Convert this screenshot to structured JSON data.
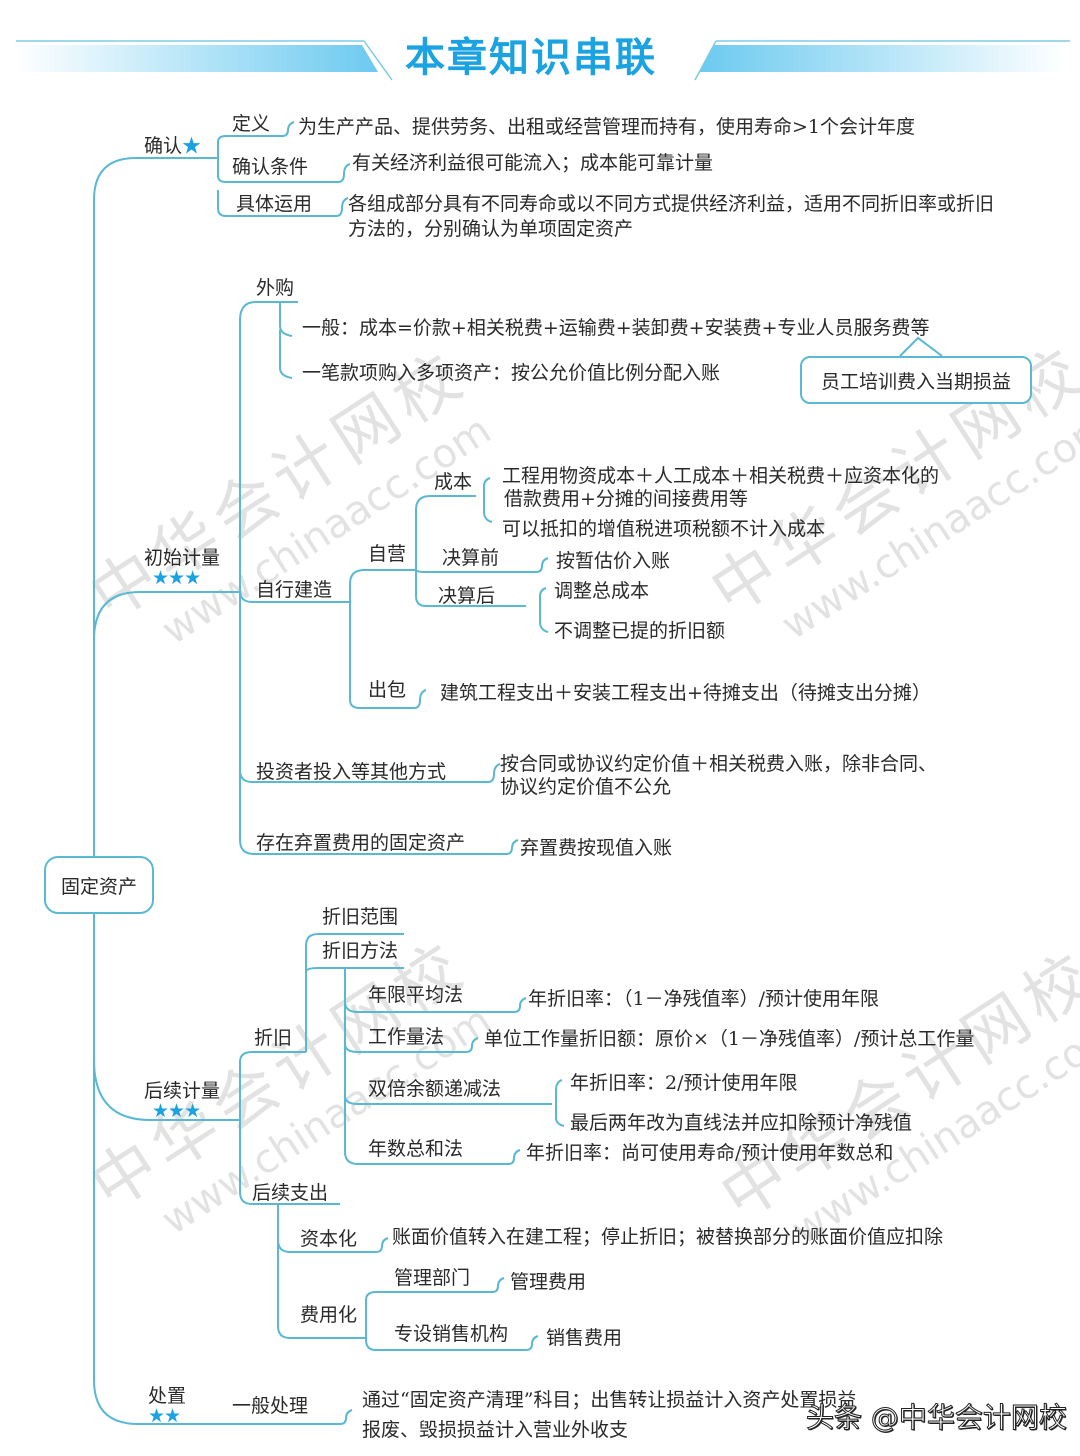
{
  "header": {
    "title": "本章知识串联",
    "accent_color": "#1aa3e0"
  },
  "line_color": "#5bb8d3",
  "watermark": {
    "cn": "中华会计网校",
    "en": "www.chinaacc.com"
  },
  "root": {
    "label": "固定资产"
  },
  "recognition": {
    "label": "确认",
    "stars": "★",
    "items": [
      {
        "label": "定义",
        "text": "为生产产品、提供劳务、出租或经营管理而持有，使用寿命>1个会计年度"
      },
      {
        "label": "确认条件",
        "text": "有关经济利益很可能流入；成本能可靠计量"
      },
      {
        "label": "具体运用",
        "text": "各组成部分具有不同寿命或以不同方式提供经济利益，适用不同折旧率或折旧",
        "text2": "方法的，分别确认为单项固定资产"
      }
    ]
  },
  "initial": {
    "label": "初始计量",
    "stars": "★★★",
    "purchase": {
      "label": "外购",
      "general": "一般：成本=价款+相关税费+运输费+装卸费+安装费+专业人员服务费等",
      "basket": "一笔款项购入多项资产：按公允价值比例分配入账",
      "callout": "员工培训费入当期损益"
    },
    "self_build": {
      "label": "自行建造",
      "self_run": {
        "label": "自营",
        "cost": {
          "label": "成本",
          "line1": "工程用物资成本＋人工成本＋相关税费＋应资本化的",
          "line2": "借款费用+分摊的间接费用等",
          "line3": "可以抵扣的增值税进项税额不计入成本"
        },
        "before": {
          "label": "决算前",
          "text": "按暂估价入账"
        },
        "after": {
          "label": "决算后",
          "text1": "调整总成本",
          "text2": "不调整已提的折旧额"
        }
      },
      "outsource": {
        "label": "出包",
        "text": "建筑工程支出＋安装工程支出+待摊支出（待摊支出分摊）"
      }
    },
    "investor": {
      "label": "投资者投入等其他方式",
      "text1": "按合同或协议约定价值＋相关税费入账，除非合同、",
      "text2": "协议约定价值不公允"
    },
    "disposal_cost": {
      "label": "存在弃置费用的固定资产",
      "text": "弃置费按现值入账"
    }
  },
  "subsequent": {
    "label": "后续计量",
    "stars": "★★★",
    "depreciation": {
      "label": "折旧",
      "scope": "折旧范围",
      "methods_label": "折旧方法",
      "methods": [
        {
          "label": "年限平均法",
          "text": "年折旧率：（1－净残值率）/预计使用年限"
        },
        {
          "label": "工作量法",
          "text": "单位工作量折旧额：原价×（1－净残值率）/预计总工作量"
        },
        {
          "label": "双倍余额递减法",
          "text1": "年折旧率：2/预计使用年限",
          "text2": "最后两年改为直线法并应扣除预计净残值"
        },
        {
          "label": "年数总和法",
          "text": "年折旧率：尚可使用寿命/预计使用年数总和"
        }
      ]
    },
    "expenditure": {
      "label": "后续支出",
      "capitalize": {
        "label": "资本化",
        "text": "账面价值转入在建工程；停止折旧；被替换部分的账面价值应扣除"
      },
      "expense": {
        "label": "费用化",
        "admin": {
          "label": "管理部门",
          "text": "管理费用"
        },
        "sales": {
          "label": "专设销售机构",
          "text": "销售费用"
        }
      }
    }
  },
  "disposal": {
    "label": "处置",
    "stars": "★★",
    "general": {
      "label": "一般处理",
      "text1": "通过“固定资产清理”科目；出售转让损益计入资产处置损益",
      "text2": "报废、毁损损益计入营业外收支"
    }
  },
  "footer": {
    "source": "头条 @中华会计网校"
  }
}
